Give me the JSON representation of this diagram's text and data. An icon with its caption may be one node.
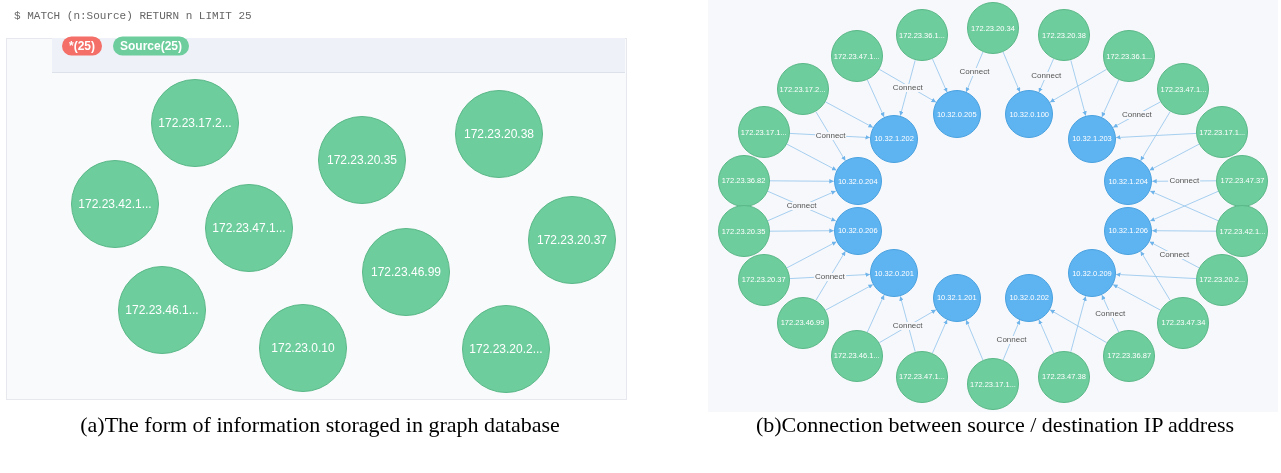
{
  "diagram": {
    "nodes": [
      {
        "text": [
          "*(25)"
        ]
      },
      {
        "text": [
          "Source(25)"
        ]
      },
      {
        "text": [
          "172.23.17.2..."
        ]
      },
      {
        "text": [
          "172.23.20.38"
        ]
      },
      {
        "text": [
          "172.23.20.35"
        ]
      },
      {
        "text": [
          "172.23.42.1..."
        ]
      },
      {
        "text": [
          "172.23.47.1..."
        ]
      },
      {
        "text": [
          "172.23.20.37"
        ]
      },
      {
        "text": [
          "172.23.46.99"
        ]
      },
      {
        "text": [
          "172.23.46.1..."
        ]
      },
      {
        "text": [
          "172.23.0.10"
        ]
      },
      {
        "text": [
          "172.23.20.2..."
        ]
      },
      {
        "text": [
          "10.32.0.100"
        ]
      },
      {
        "text": [
          "172.23.20.38"
        ]
      },
      {
        "text": [
          "10.32.0.205"
        ]
      },
      {
        "text": [
          "172.23.20.34"
        ]
      },
      {
        "text": [
          "172.23.47.1..."
        ]
      },
      {
        "text": [
          "172.23.36.1..."
        ]
      },
      {
        "text": [
          "172.23.17.1..."
        ]
      },
      {
        "text": [
          "10.32.1.202"
        ]
      },
      {
        "text": [
          "172.23.47.1..."
        ]
      },
      {
        "text": [
          "10.32.1.203"
        ]
      },
      {
        "text": [
          "172.23.47.37"
        ]
      },
      {
        "text": [
          "172.23.36.1..."
        ]
      },
      {
        "text": [
          "172.23.42.1..."
        ]
      },
      {
        "text": [
          "172.23.17.2..."
        ]
      },
      {
        "text": [
          "10.32.0.204"
        ]
      },
      {
        "text": [
          "172.23.47.34"
        ]
      },
      {
        "text": [
          "172.23.20.2..."
        ]
      },
      {
        "text": [
          "172.23.36.82"
        ]
      },
      {
        "text": [
          "172.23.17.1..."
        ]
      },
      {
        "text": [
          "172.23.36.87"
        ]
      },
      {
        "text": [
          "10.32.0.206"
        ]
      },
      {
        "text": [
          "10.32.1.206"
        ]
      },
      {
        "text": [
          "10.32.1.204"
        ]
      },
      {
        "text": [
          "172.23.46.1..."
        ]
      },
      {
        "text": [
          "10.32.0.201"
        ]
      },
      {
        "text": [
          "10.32.1.201"
        ]
      },
      {
        "text": [
          "172.23.47.38"
        ]
      },
      {
        "text": [
          "10.32.0.209"
        ]
      },
      {
        "text": [
          "172.23.20.35"
        ]
      },
      {
        "text": [
          "172.23.20.37"
        ]
      },
      {
        "text": [
          "172.23.17.1..."
        ]
      },
      {
        "text": [
          "172.23.47.1..."
        ]
      },
      {
        "text": [
          "172.23.46.99"
        ]
      },
      {
        "text": [
          "10.32.0.202"
        ]
      }
    ],
    "edges": [
      {
        "from": 15,
        "to": 14,
        "arrow": "to",
        "label": "Connect"
      },
      {
        "from": 15,
        "to": 12,
        "arrow": "to"
      },
      {
        "from": 13,
        "to": 12,
        "arrow": "to",
        "label": "Connect"
      },
      {
        "from": 13,
        "to": 21,
        "arrow": "to"
      },
      {
        "from": 17,
        "to": 12,
        "arrow": "to"
      },
      {
        "from": 17,
        "to": 21,
        "arrow": "to"
      },
      {
        "from": 16,
        "to": 21,
        "arrow": "to",
        "label": "Connect"
      },
      {
        "from": 16,
        "to": 34,
        "arrow": "to"
      },
      {
        "from": 18,
        "to": 21,
        "arrow": "to"
      },
      {
        "from": 18,
        "to": 34,
        "arrow": "to"
      },
      {
        "from": 22,
        "to": 34,
        "arrow": "to",
        "label": "Connect"
      },
      {
        "from": 22,
        "to": 33,
        "arrow": "to"
      },
      {
        "from": 24,
        "to": 34,
        "arrow": "to"
      },
      {
        "from": 24,
        "to": 33,
        "arrow": "to"
      },
      {
        "from": 28,
        "to": 33,
        "arrow": "to",
        "label": "Connect"
      },
      {
        "from": 28,
        "to": 39,
        "arrow": "to"
      },
      {
        "from": 27,
        "to": 33,
        "arrow": "to"
      },
      {
        "from": 27,
        "to": 39,
        "arrow": "to"
      },
      {
        "from": 31,
        "to": 39,
        "arrow": "to",
        "label": "Connect"
      },
      {
        "from": 31,
        "to": 45,
        "arrow": "to"
      },
      {
        "from": 38,
        "to": 39,
        "arrow": "to"
      },
      {
        "from": 38,
        "to": 45,
        "arrow": "to"
      },
      {
        "from": 42,
        "to": 45,
        "arrow": "to",
        "label": "Connect"
      },
      {
        "from": 42,
        "to": 37,
        "arrow": "to"
      },
      {
        "from": 43,
        "to": 37,
        "arrow": "to"
      },
      {
        "from": 43,
        "to": 36,
        "arrow": "to"
      },
      {
        "from": 35,
        "to": 37,
        "arrow": "to",
        "label": "Connect"
      },
      {
        "from": 35,
        "to": 36,
        "arrow": "to"
      },
      {
        "from": 44,
        "to": 36,
        "arrow": "to"
      },
      {
        "from": 44,
        "to": 32,
        "arrow": "to"
      },
      {
        "from": 41,
        "to": 36,
        "arrow": "to",
        "label": "Connect"
      },
      {
        "from": 41,
        "to": 32,
        "arrow": "to"
      },
      {
        "from": 40,
        "to": 32,
        "arrow": "to"
      },
      {
        "from": 40,
        "to": 26,
        "arrow": "to"
      },
      {
        "from": 29,
        "to": 32,
        "arrow": "to",
        "label": "Connect"
      },
      {
        "from": 29,
        "to": 26,
        "arrow": "to"
      },
      {
        "from": 30,
        "to": 26,
        "arrow": "to"
      },
      {
        "from": 30,
        "to": 19,
        "arrow": "to"
      },
      {
        "from": 25,
        "to": 26,
        "arrow": "to",
        "label": "Connect"
      },
      {
        "from": 25,
        "to": 19,
        "arrow": "to"
      },
      {
        "from": 20,
        "to": 19,
        "arrow": "to"
      },
      {
        "from": 20,
        "to": 14,
        "arrow": "to"
      },
      {
        "from": 23,
        "to": 19,
        "arrow": "to",
        "label": "Connect"
      },
      {
        "from": 23,
        "to": 14,
        "arrow": "to"
      }
    ],
    "labels": [
      "$ MATCH (n:Source) RETURN n LIMIT 25",
      "(a)The form of information storaged in graph database",
      "(b)Connection between source / destination IP address"
    ]
  }
}
